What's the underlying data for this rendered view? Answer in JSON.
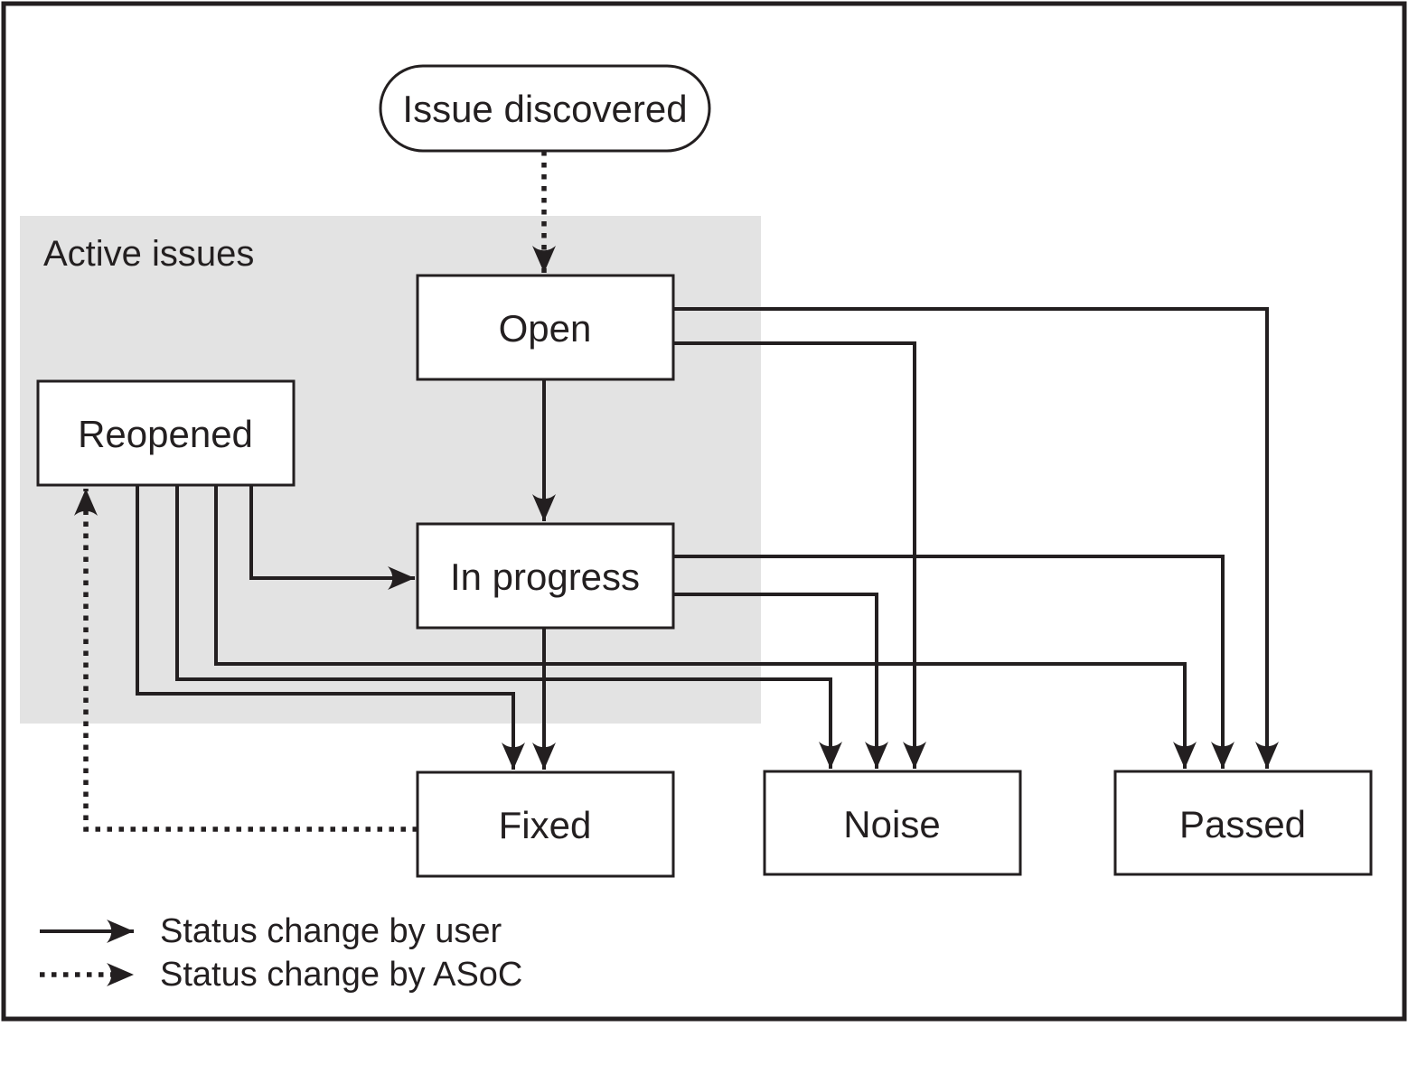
{
  "diagram": {
    "region_label": "Active issues",
    "nodes": {
      "issue_discovered": "Issue discovered",
      "open": "Open",
      "reopened": "Reopened",
      "in_progress": "In progress",
      "fixed": "Fixed",
      "noise": "Noise",
      "passed": "Passed"
    },
    "edges": [
      {
        "from": "Issue discovered",
        "to": "Open",
        "type": "asoc"
      },
      {
        "from": "Open",
        "to": "In progress",
        "type": "user"
      },
      {
        "from": "Open",
        "to": "Noise",
        "type": "user"
      },
      {
        "from": "Open",
        "to": "Passed",
        "type": "user"
      },
      {
        "from": "Reopened",
        "to": "In progress",
        "type": "user"
      },
      {
        "from": "Reopened",
        "to": "Fixed",
        "type": "user"
      },
      {
        "from": "Reopened",
        "to": "Noise",
        "type": "user"
      },
      {
        "from": "Reopened",
        "to": "Passed",
        "type": "user"
      },
      {
        "from": "In progress",
        "to": "Fixed",
        "type": "user"
      },
      {
        "from": "In progress",
        "to": "Noise",
        "type": "user"
      },
      {
        "from": "In progress",
        "to": "Passed",
        "type": "user"
      },
      {
        "from": "Fixed",
        "to": "Reopened",
        "type": "asoc"
      }
    ],
    "legend": [
      {
        "style": "solid",
        "label": "Status change by user"
      },
      {
        "style": "dotted",
        "label": "Status change by ASoC"
      }
    ],
    "colors": {
      "line": "#231f20",
      "region_fill": "#e3e3e3",
      "node_fill": "#ffffff",
      "background": "#ffffff"
    }
  }
}
